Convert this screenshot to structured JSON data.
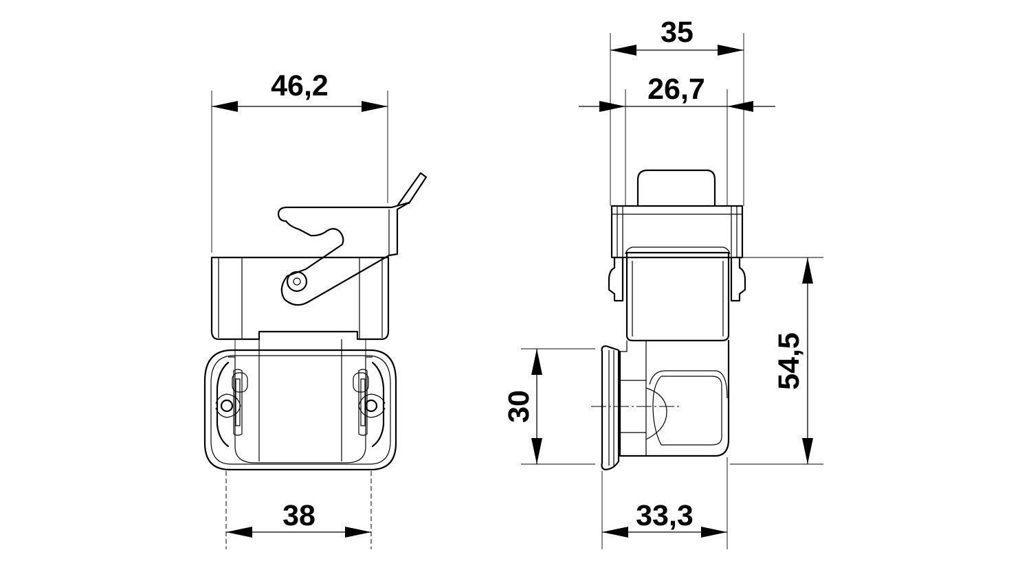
{
  "dimensions": {
    "front_top_width": "46,2",
    "front_bottom_width": "38",
    "side_outer_width": "35",
    "side_inner_width": "26,7",
    "side_bottom_width": "33,3",
    "side_height": "54,5",
    "entry_height": "30"
  }
}
